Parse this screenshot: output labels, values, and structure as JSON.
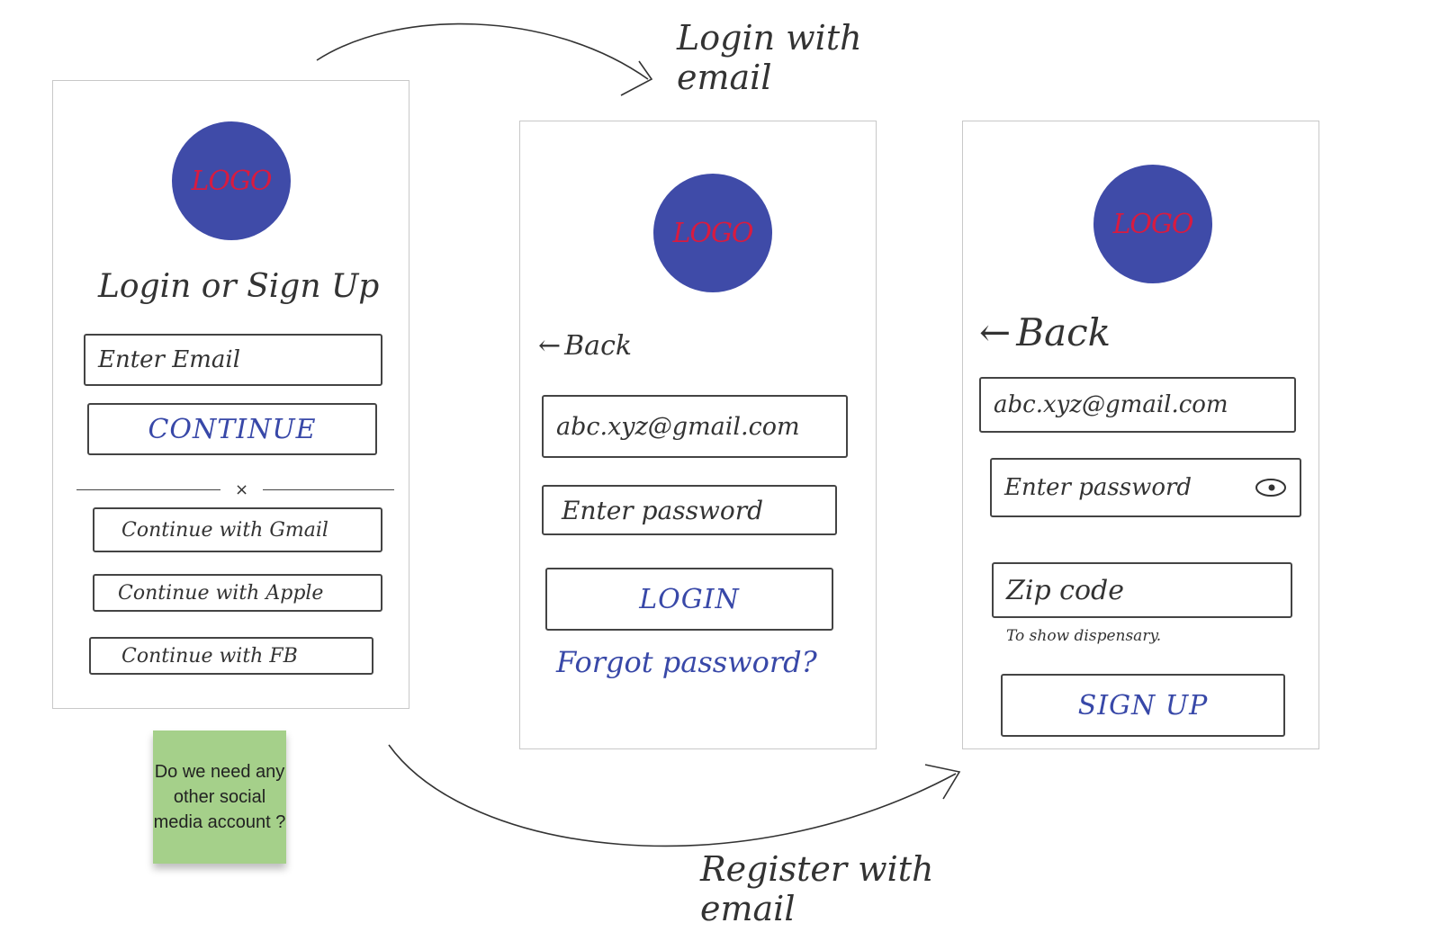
{
  "annotations": {
    "login_flow": "Login with\nemail",
    "register_flow": "Register with\nemail"
  },
  "screens": {
    "start": {
      "logo": "LOGO",
      "title": "Login or Sign Up",
      "email_placeholder": "Enter Email",
      "continue": "CONTINUE",
      "divider_mark": "×",
      "social": [
        "Continue with Gmail",
        "Continue with Apple",
        "Continue with FB"
      ]
    },
    "login": {
      "logo": "LOGO",
      "back": "Back",
      "email_value": "abc.xyz@gmail.com",
      "password_placeholder": "Enter password",
      "login": "LOGIN",
      "forgot": "Forgot password?"
    },
    "register": {
      "logo": "LOGO",
      "back": "Back",
      "email_value": "abc.xyz@gmail.com",
      "password_placeholder": "Enter password",
      "zip_placeholder": "Zip code",
      "zip_hint": "To show dispensary.",
      "signup": "SIGN UP"
    }
  },
  "sticky_note": "Do we need any other social media account ?",
  "colors": {
    "logo_fill": "#3f4ba8",
    "logo_text": "#d81b40",
    "accent_text": "#3848a8",
    "sticky": "#a5d08a"
  },
  "icons": {
    "back": "arrow-left-icon",
    "password_toggle": "eye-icon"
  }
}
